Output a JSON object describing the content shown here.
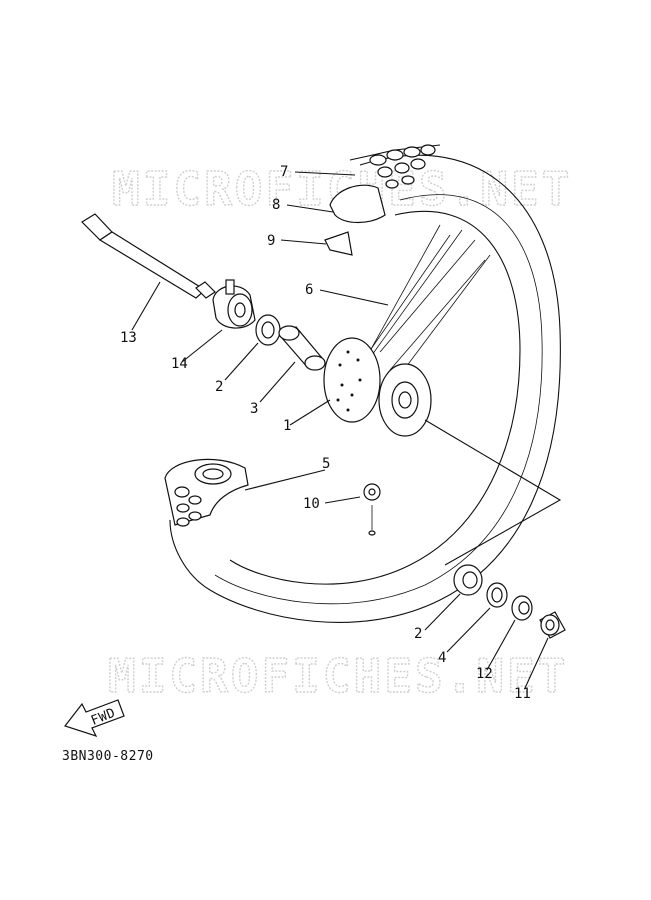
{
  "watermarks": [
    "MICROFICHES.NET",
    "MICROFICHES.NET"
  ],
  "diagram_code": "3BN300-8270",
  "fwd_label": "FWD",
  "callouts": {
    "c7": "7",
    "c8": "8",
    "c9": "9",
    "c6": "6",
    "c13": "13",
    "c14": "14",
    "c2a": "2",
    "c3": "3",
    "c1": "1",
    "c5": "5",
    "c10": "10",
    "c2b": "2",
    "c4": "4",
    "c12": "12",
    "c11": "11"
  }
}
